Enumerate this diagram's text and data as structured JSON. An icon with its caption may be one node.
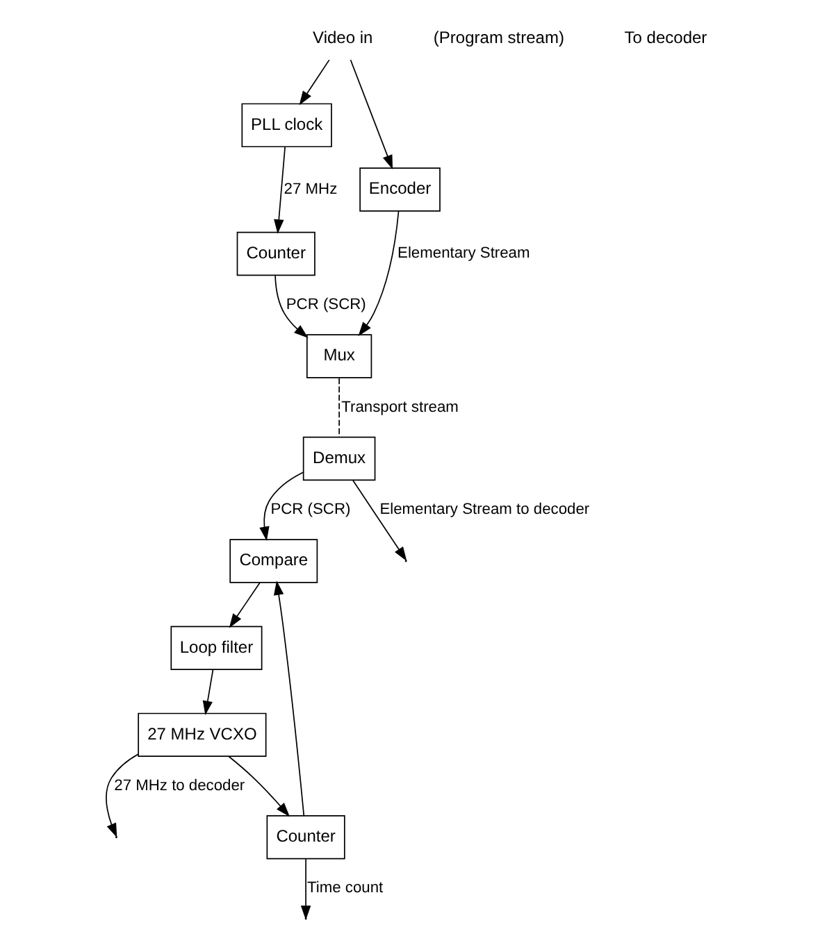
{
  "diagram": {
    "nodes": [
      {
        "text": [
          "PLL clock"
        ]
      },
      {
        "text": [
          "Encoder"
        ]
      },
      {
        "text": [
          "Counter"
        ]
      },
      {
        "text": [
          "Mux"
        ]
      },
      {
        "text": [
          "Demux"
        ]
      },
      {
        "text": [
          "Compare"
        ]
      },
      {
        "text": [
          "Counter"
        ]
      },
      {
        "text": [
          "Loop filter"
        ]
      },
      {
        "text": [
          "27 MHz VCXO"
        ]
      },
      {
        "text": [
          "Video in"
        ]
      }
    ],
    "edges": [
      {
        "from": 9,
        "to": 0,
        "arrow": "to"
      },
      {
        "from": 9,
        "to": 1,
        "arrow": "to"
      },
      {
        "from": 0,
        "to": 2,
        "arrow": "to",
        "label": "27 MHz"
      },
      {
        "from": 1,
        "to": 3,
        "arrow": "to",
        "label": "Elementary Stream"
      },
      {
        "from": 2,
        "to": 3,
        "arrow": "to",
        "label": "PCR (SCR)"
      },
      {
        "from": 3,
        "to": 4,
        "arrow": "none",
        "style": "dashed",
        "label": "Transport stream"
      },
      {
        "from": 4,
        "to": null,
        "arrow": "to",
        "label": "Elementary Stream to decoder"
      },
      {
        "from": 4,
        "to": 5,
        "arrow": "to",
        "label": "PCR (SCR)"
      },
      {
        "from": 5,
        "to": 7,
        "arrow": "to"
      },
      {
        "from": 7,
        "to": 8,
        "arrow": "to"
      },
      {
        "from": 8,
        "to": 6,
        "arrow": "to"
      },
      {
        "from": 6,
        "to": 5,
        "arrow": "to"
      },
      {
        "from": 6,
        "to": null,
        "arrow": "to",
        "label": "Time count"
      },
      {
        "from": 8,
        "to": null,
        "arrow": "to",
        "label": "27 MHz to decoder"
      }
    ],
    "labels": [
      "(Program stream)",
      "To decoder"
    ]
  }
}
